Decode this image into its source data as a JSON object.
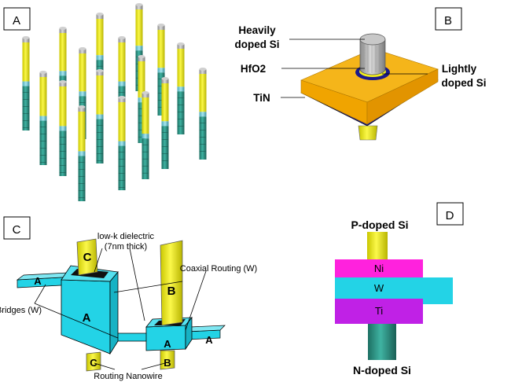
{
  "panels": {
    "a": {
      "letter": "A"
    },
    "b": {
      "letter": "B",
      "heavily_line1": "Heavily",
      "heavily_line2": "doped Si",
      "hfo2": "HfO2",
      "lightly_line1": "Lightly",
      "lightly_line2": "doped Si",
      "tin": "TiN"
    },
    "c": {
      "letter": "C",
      "lowk_line1": "low-k dielectric",
      "lowk_line2": "(7nm thick)",
      "coaxial": "Coaxial Routing (W)",
      "bridges": "Bridges (W)",
      "routing_nanowire": "Routing Nanowire",
      "tag_c": "C",
      "tag_b": "B",
      "tag_a": "A"
    },
    "d": {
      "letter": "D",
      "p_doped": "P-doped Si",
      "ni": "Ni",
      "w": "W",
      "ti": "Ti",
      "n_doped": "N-doped Si"
    }
  },
  "colors": {
    "yellow": "#f2ee1c",
    "gray": "#a9a9a9",
    "teal": "#2b8c7e",
    "cyan": "#23d3e6",
    "orange": "#f5a800",
    "navy": "#1a1a8c",
    "magenta": "#ff22dd",
    "purple": "#c021e6"
  }
}
